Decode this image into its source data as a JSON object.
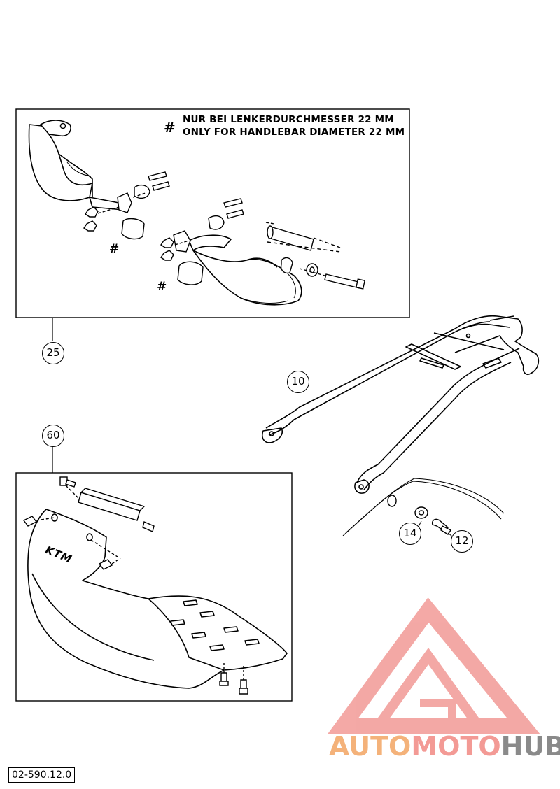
{
  "note": {
    "symbol": "#",
    "line1": "NUR BEI LENKERDURCHMESSER 22 MM",
    "line2": "ONLY FOR HANDLEBAR DIAMETER 22 MM"
  },
  "callouts": {
    "c25": "25",
    "c10": "10",
    "c60": "60",
    "c14": "14",
    "c12": "12"
  },
  "hash_marks": {
    "h1": "#",
    "h2": "#"
  },
  "skid_logo": "KTM",
  "document_number": "02-590.12.0",
  "brand": {
    "part1": "AUTO",
    "part2": "MOTO",
    "part3": "HUB"
  },
  "colors": {
    "line": "#000000",
    "logo_triangle": "#f29a96",
    "brand_orange": "#f4b27a",
    "brand_pink": "#f39a95",
    "brand_gray": "#8a8a8a"
  }
}
